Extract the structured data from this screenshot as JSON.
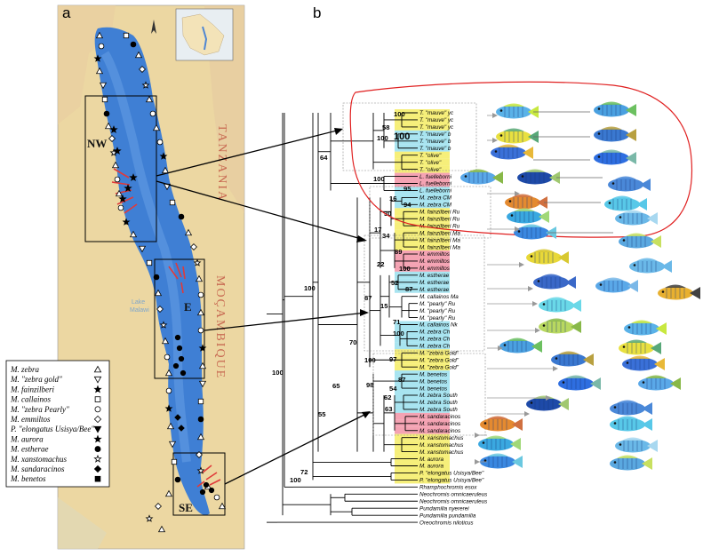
{
  "panels": {
    "a": "a",
    "b": "b"
  },
  "map": {
    "countries": [
      "TANZANIA",
      "MOÇAMBIQUE"
    ],
    "regions": [
      "NW",
      "E",
      "SE"
    ],
    "lake_label": [
      "Lake",
      "Malawi"
    ]
  },
  "legend": [
    {
      "species": "M. zebra",
      "symbol": "triangle-open"
    },
    {
      "species": "M. \"zebra gold\"",
      "symbol": "triangle-down-open"
    },
    {
      "species": "M. fainzilberi",
      "symbol": "star-filled"
    },
    {
      "species": "M. callainos",
      "symbol": "square-open"
    },
    {
      "species": "M. \"zebra Pearly\"",
      "symbol": "circle-open"
    },
    {
      "species": "M. emmiltos",
      "symbol": "diamond-open"
    },
    {
      "species": "P. \"elongatus Usisya/Bee\"",
      "symbol": "triangle-down-filled"
    },
    {
      "species": "M. aurora",
      "symbol": "star-filled"
    },
    {
      "species": "M. estherae",
      "symbol": "circle-filled"
    },
    {
      "species": "M. xanstomachus",
      "symbol": "star-open"
    },
    {
      "species": "M. sandaracinos",
      "symbol": "diamond-filled"
    },
    {
      "species": "M. benetos",
      "symbol": "square-filled"
    }
  ],
  "tree": {
    "tips": [
      {
        "label": "T. \"mauve\" yc",
        "color": "#f6ef7a"
      },
      {
        "label": "T. \"mauve\" yc",
        "color": "#f6ef7a"
      },
      {
        "label": "T. \"mauve\" yc",
        "color": "#f6ef7a"
      },
      {
        "label": "T. \"mauve\" b",
        "color": "#a8e4f0"
      },
      {
        "label": "T. \"mauve\" b",
        "color": "#a8e4f0"
      },
      {
        "label": "T. \"mauve\" b",
        "color": "#a8e4f0"
      },
      {
        "label": "T. \"olive\"",
        "color": "#f6ef7a"
      },
      {
        "label": "T. \"olive\"",
        "color": "#f6ef7a"
      },
      {
        "label": "T. \"olive\"",
        "color": "#f6ef7a"
      },
      {
        "label": "L. fuelleborni",
        "color": "#f4a3b3"
      },
      {
        "label": "L. fuelleborni",
        "color": "#f4a3b3"
      },
      {
        "label": "L. fuelleborni",
        "color": "#a8e4f0"
      },
      {
        "label": "M. zebra CM",
        "color": "#a8e4f0"
      },
      {
        "label": "M. zebra CM",
        "color": "#a8e4f0"
      },
      {
        "label": "M. fainzilberi Ru",
        "color": "#f6ef7a"
      },
      {
        "label": "M. fainzilberi Ru",
        "color": "#f6ef7a"
      },
      {
        "label": "M. fainzilberi Ru",
        "color": "#f6ef7a"
      },
      {
        "label": "M. fainzilberi Ma",
        "color": "#f6ef7a"
      },
      {
        "label": "M. fainzilberi Ma",
        "color": "#f6ef7a"
      },
      {
        "label": "M. fainzilberi Ma",
        "color": "#f6ef7a"
      },
      {
        "label": "M. emmiltos",
        "color": "#f4a3b3"
      },
      {
        "label": "M. emmiltos",
        "color": "#f4a3b3"
      },
      {
        "label": "M. emmiltos",
        "color": "#f4a3b3"
      },
      {
        "label": "M. estherae",
        "color": "#a8e4f0"
      },
      {
        "label": "M. estherae",
        "color": "#a8e4f0"
      },
      {
        "label": "M. estherae",
        "color": "#a8e4f0"
      },
      {
        "label": "M. callainos Ma",
        "color": "#ffffff"
      },
      {
        "label": "M. \"pearly\" Ru",
        "color": "#ffffff"
      },
      {
        "label": "M. \"pearly\" Ru",
        "color": "#ffffff"
      },
      {
        "label": "M. \"pearly\" Ru",
        "color": "#ffffff"
      },
      {
        "label": "M. callainos Nk",
        "color": "#a8e4f0"
      },
      {
        "label": "M. zebra Ch",
        "color": "#a8e4f0"
      },
      {
        "label": "M. zebra Ch",
        "color": "#a8e4f0"
      },
      {
        "label": "M. zebra Ch",
        "color": "#a8e4f0"
      },
      {
        "label": "M. \"zebra Gold\"",
        "color": "#f6ef7a"
      },
      {
        "label": "M. \"zebra Gold\"",
        "color": "#f6ef7a"
      },
      {
        "label": "M. \"zebra Gold\"",
        "color": "#f6ef7a"
      },
      {
        "label": "M. benetos",
        "color": "#a8e4f0"
      },
      {
        "label": "M. benetos",
        "color": "#a8e4f0"
      },
      {
        "label": "M. benetos",
        "color": "#a8e4f0"
      },
      {
        "label": "M. zebra South",
        "color": "#a8e4f0"
      },
      {
        "label": "M. zebra South",
        "color": "#a8e4f0"
      },
      {
        "label": "M. zebra South",
        "color": "#a8e4f0"
      },
      {
        "label": "M. sandaracinos",
        "color": "#f4a3b3"
      },
      {
        "label": "M. sandaracinos",
        "color": "#f4a3b3"
      },
      {
        "label": "M. sandaracinos",
        "color": "#f4a3b3"
      },
      {
        "label": "M. xanstomachus",
        "color": "#f6ef7a"
      },
      {
        "label": "M. xanstomachus",
        "color": "#f6ef7a"
      },
      {
        "label": "M. xanstomachus",
        "color": "#f6ef7a"
      },
      {
        "label": "M. aurora",
        "color": "#f6ef7a"
      },
      {
        "label": "M. aurora",
        "color": "#f6ef7a"
      },
      {
        "label": "P. \"elongatus Usisya/Bee\"",
        "color": "#f6ef7a"
      },
      {
        "label": "P. \"elongatus Usisya/Bee\"",
        "color": "#f6ef7a"
      },
      {
        "label": "Rhamphochromis esox",
        "color": "#ffffff"
      },
      {
        "label": "Neochromis omnicaeruleus",
        "color": "#ffffff"
      },
      {
        "label": "Neochromis omnicaeruleus",
        "color": "#ffffff"
      },
      {
        "label": "Pundamilia nyererei",
        "color": "#ffffff"
      },
      {
        "label": "Pundamilia pundamilia",
        "color": "#ffffff"
      },
      {
        "label": "Oreochromis niloticus",
        "color": "#ffffff"
      }
    ],
    "bootstraps": [
      "100",
      "58",
      "100",
      "100",
      "64",
      "100",
      "95",
      "16",
      "94",
      "30",
      "17",
      "34",
      "89",
      "22",
      "100",
      "52",
      "87",
      "15",
      "71",
      "100",
      "87",
      "70",
      "100",
      "97",
      "87",
      "54",
      "62",
      "98",
      "63",
      "65",
      "55",
      "100",
      "100",
      "72",
      "100"
    ]
  },
  "colors": {
    "yellow": "#f6ef7a",
    "blue": "#a8e4f0",
    "pink": "#f4a3b3",
    "lake": "#3f7fd4",
    "land": "#ecd7a2",
    "highlight": "#e02020"
  }
}
